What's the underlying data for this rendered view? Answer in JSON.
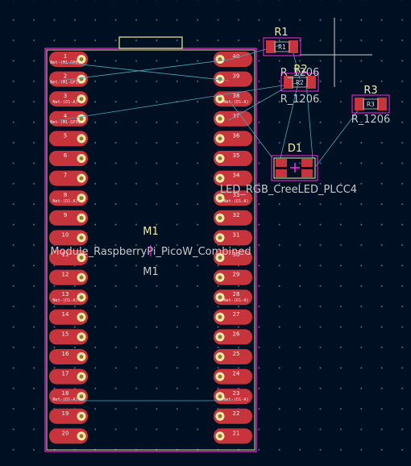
{
  "module": {
    "ref": "M1",
    "value": "Module_RaspberryPi_PicoW_Combined",
    "ref_lower": "M1",
    "left_pins": [
      {
        "num": "1",
        "net": "Net-(M1-GP0)"
      },
      {
        "num": "2",
        "net": "Net-(M1-GP1)"
      },
      {
        "num": "3",
        "net": "Net-(D1-A)"
      },
      {
        "num": "4",
        "net": "Net-(M1-GP3)"
      },
      {
        "num": "5",
        "net": ""
      },
      {
        "num": "6",
        "net": ""
      },
      {
        "num": "7",
        "net": ""
      },
      {
        "num": "8",
        "net": "Net-(D1-A)"
      },
      {
        "num": "9",
        "net": ""
      },
      {
        "num": "10",
        "net": ""
      },
      {
        "num": "11",
        "net": ""
      },
      {
        "num": "12",
        "net": ""
      },
      {
        "num": "13",
        "net": "Net-(D1-A)"
      },
      {
        "num": "14",
        "net": ""
      },
      {
        "num": "15",
        "net": ""
      },
      {
        "num": "16",
        "net": ""
      },
      {
        "num": "17",
        "net": ""
      },
      {
        "num": "18",
        "net": "Net-(D1-A)"
      },
      {
        "num": "19",
        "net": ""
      },
      {
        "num": "20",
        "net": ""
      }
    ],
    "right_pins": [
      {
        "num": "40",
        "net": ""
      },
      {
        "num": "39",
        "net": ""
      },
      {
        "num": "38",
        "net": "Net-(D1-A)"
      },
      {
        "num": "37",
        "net": ""
      },
      {
        "num": "36",
        "net": ""
      },
      {
        "num": "35",
        "net": ""
      },
      {
        "num": "34",
        "net": ""
      },
      {
        "num": "33",
        "net": "Net-(D1-A)"
      },
      {
        "num": "32",
        "net": ""
      },
      {
        "num": "31",
        "net": ""
      },
      {
        "num": "30",
        "net": ""
      },
      {
        "num": "29",
        "net": ""
      },
      {
        "num": "28",
        "net": "Net-(D1-A)"
      },
      {
        "num": "27",
        "net": ""
      },
      {
        "num": "26",
        "net": ""
      },
      {
        "num": "25",
        "net": ""
      },
      {
        "num": "24",
        "net": ""
      },
      {
        "num": "23",
        "net": "Net-(D1-A)"
      },
      {
        "num": "22",
        "net": ""
      },
      {
        "num": "21",
        "net": ""
      }
    ]
  },
  "resistors": [
    {
      "ref": "R1",
      "value": "R_1206",
      "pad_label": "R1"
    },
    {
      "ref": "R2",
      "value": "R_1206",
      "pad_label": "R2"
    },
    {
      "ref": "R3",
      "value": "R_1206",
      "pad_label": "R3"
    }
  ],
  "led": {
    "ref": "D1",
    "value": "LED_RGB_CreeLED_PLCC4"
  },
  "colors": {
    "background": "#001023",
    "pad": "#c8343c",
    "silk": "#f2eda1",
    "courtyard": "#ff26e2",
    "ratsnest": "#4aa6b8",
    "fab_text": "#c8c8c8"
  }
}
